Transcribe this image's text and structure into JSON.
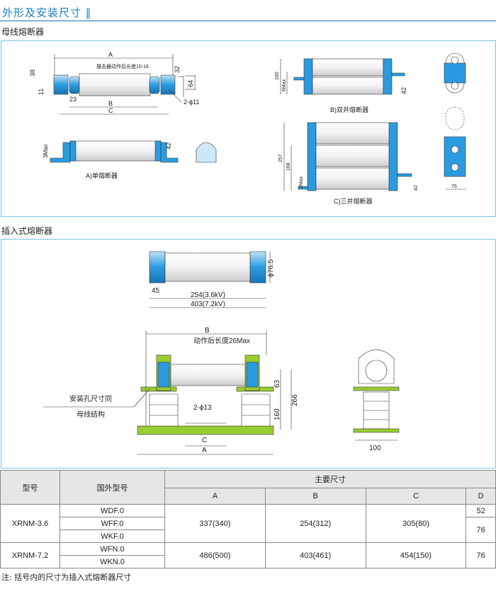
{
  "header": {
    "title": "外形及安装尺寸 ‖"
  },
  "section1": {
    "title": "母线熔断器",
    "single": {
      "A": "A",
      "striker": "撞击器动作后长度10-16",
      "d38": "38",
      "d11": "11",
      "d23": "23",
      "B": "B",
      "C": "C",
      "d32": "32",
      "d64": "64",
      "holes": "2-ϕ11",
      "max3": "3Max",
      "d42": "42",
      "caption": "A)单熔断器"
    },
    "double": {
      "d160": "160",
      "max6": "6Max",
      "d42": "42",
      "caption": "B)双并熔断器"
    },
    "triple": {
      "d257": "257",
      "d168": "168",
      "max3": "3Max",
      "d42": "42",
      "caption": "C)三并熔断器",
      "d76": "76"
    }
  },
  "section2": {
    "title": "插入式熔断器",
    "fuse": {
      "dia": "ϕ76.5",
      "d45": "45",
      "len36": "254(3.6kV)",
      "len72": "403(7.2kV)"
    },
    "base": {
      "B": "B",
      "action": "动作后长度26Max",
      "mount1": "安装孔尺寸同",
      "mount2": "母线结构",
      "d63": "63",
      "d266": "266",
      "d160": "160",
      "holes": "2-ϕ13",
      "C": "C",
      "A": "A",
      "d100": "100"
    }
  },
  "table": {
    "h_model": "型号",
    "h_foreign": "国外型号",
    "h_main": "主要尺寸",
    "cols": [
      "A",
      "B",
      "C",
      "D"
    ],
    "r1": {
      "model": "XRNM-3.6",
      "foreign": [
        "WDF.0",
        "WFF.0",
        "WKF.0"
      ],
      "A": "337(340)",
      "B": "254(312)",
      "C": "305(80)",
      "D": [
        "52",
        "76"
      ]
    },
    "r2": {
      "model": "XRNM-7.2",
      "foreign": [
        "WFN.0",
        "WKN.0"
      ],
      "A": "486(500)",
      "B": "403(461)",
      "C": "454(150)",
      "D": "76"
    }
  },
  "note": "注: 括号内的尺寸为插入式熔断器尺寸",
  "colors": {
    "accent": "#1a7fc4",
    "cap": "#2a9be0",
    "green": "#9acd32"
  }
}
